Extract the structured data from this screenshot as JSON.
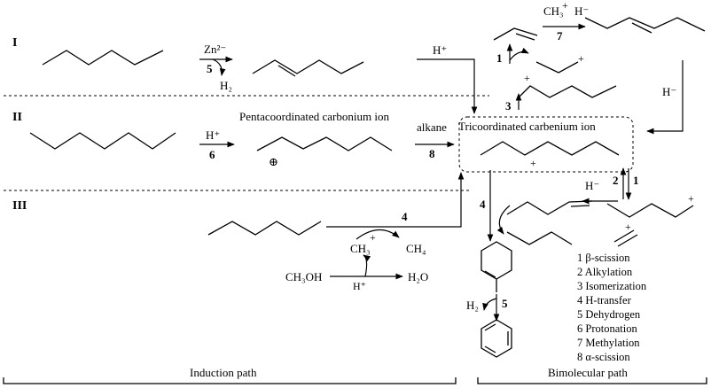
{
  "regions": [
    "I",
    "II",
    "III"
  ],
  "labels": {
    "zn": "Zn²⁻",
    "h2_top": "H₂",
    "h_plus_I": "H⁺",
    "ch3_top": "CH₃",
    "ch3_top_charge": "+",
    "h_minus_top": "H⁻",
    "h_minus_right": "H⁻",
    "penta_ion": "Pentacoordinated carbonium ion",
    "tri_ion": "Tricoordinated carbenium ion",
    "alkane": "alkane",
    "h_plus_II": "H⁺",
    "h_minus_mid": "H⁻",
    "ch3_bottom": "CH₃",
    "ch3_bottom_charge": "+",
    "ch4": "CH₄",
    "ch3oh": "CH₃OH",
    "h_plus_III": "H⁺",
    "h2o": "H₂O",
    "h2_bottom": "H₂",
    "plus": "+",
    "oplus": "⊕"
  },
  "step_numbers": {
    "s5a": "5",
    "s7": "7",
    "s1a": "1",
    "s3": "3",
    "s6": "6",
    "s8": "8",
    "s2": "2",
    "s1b": "1",
    "s4a": "4",
    "s4b": "4",
    "s5b": "5"
  },
  "legend": [
    "1 β-scission",
    "2 Alkylation",
    "3 Isomerization",
    "4 H-transfer",
    "5 Dehydrogen",
    "6 Protonation",
    "7 Methylation",
    "8 α-scission"
  ],
  "paths": {
    "induction": "Induction path",
    "bimolecular": "Bimolecular path"
  }
}
